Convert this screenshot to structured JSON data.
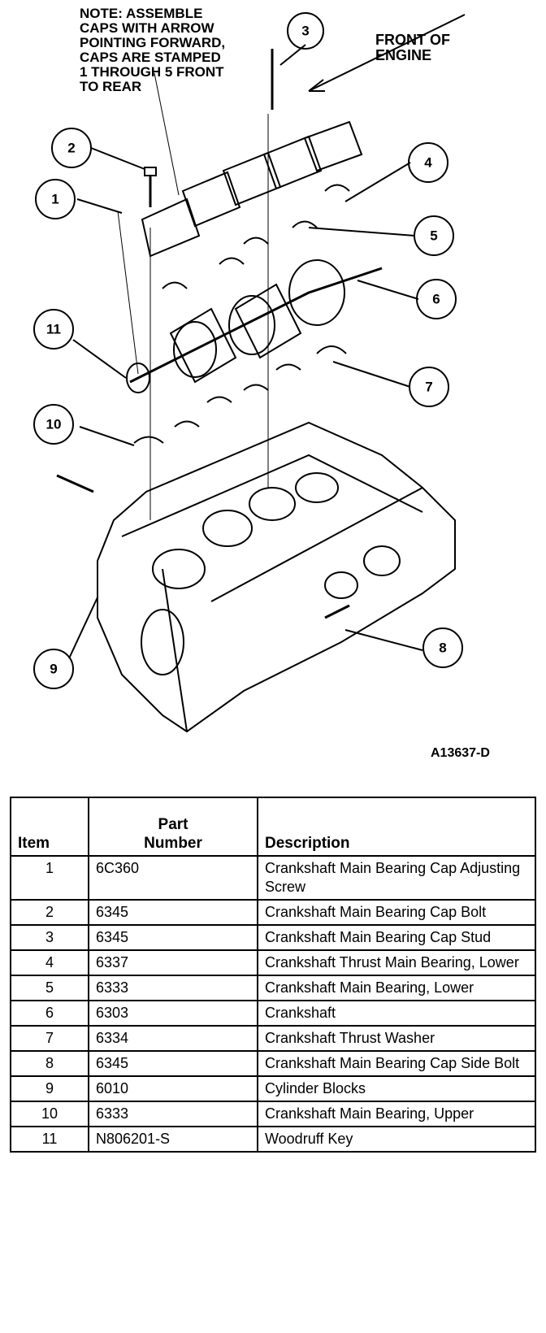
{
  "diagram": {
    "note": "NOTE: ASSEMBLE\nCAPS WITH ARROW\nPOINTING FORWARD,\nCAPS ARE STAMPED\n1 THROUGH 5 FRONT\nTO REAR",
    "front_label": "FRONT OF\nENGINE",
    "figure_id": "A13637-D",
    "callouts": [
      "1",
      "2",
      "3",
      "4",
      "5",
      "6",
      "7",
      "8",
      "9",
      "10",
      "11"
    ]
  },
  "table": {
    "headers": {
      "item": "Item",
      "part_number": "Part\nNumber",
      "description": "Description"
    },
    "rows": [
      {
        "item": "1",
        "part": "6C360",
        "desc": "Crankshaft Main Bearing Cap Adjusting Screw"
      },
      {
        "item": "2",
        "part": "6345",
        "desc": "Crankshaft Main Bearing Cap Bolt"
      },
      {
        "item": "3",
        "part": "6345",
        "desc": "Crankshaft Main Bearing Cap Stud"
      },
      {
        "item": "4",
        "part": "6337",
        "desc": "Crankshaft Thrust Main Bearing, Lower"
      },
      {
        "item": "5",
        "part": "6333",
        "desc": "Crankshaft Main Bearing, Lower"
      },
      {
        "item": "6",
        "part": "6303",
        "desc": "Crankshaft"
      },
      {
        "item": "7",
        "part": "6334",
        "desc": "Crankshaft Thrust Washer"
      },
      {
        "item": "8",
        "part": "6345",
        "desc": "Crankshaft Main Bearing Cap Side Bolt"
      },
      {
        "item": "9",
        "part": "6010",
        "desc": "Cylinder Blocks"
      },
      {
        "item": "10",
        "part": "6333",
        "desc": "Crankshaft Main Bearing, Upper"
      },
      {
        "item": "11",
        "part": "N806201-S",
        "desc": "Woodruff Key"
      }
    ]
  }
}
